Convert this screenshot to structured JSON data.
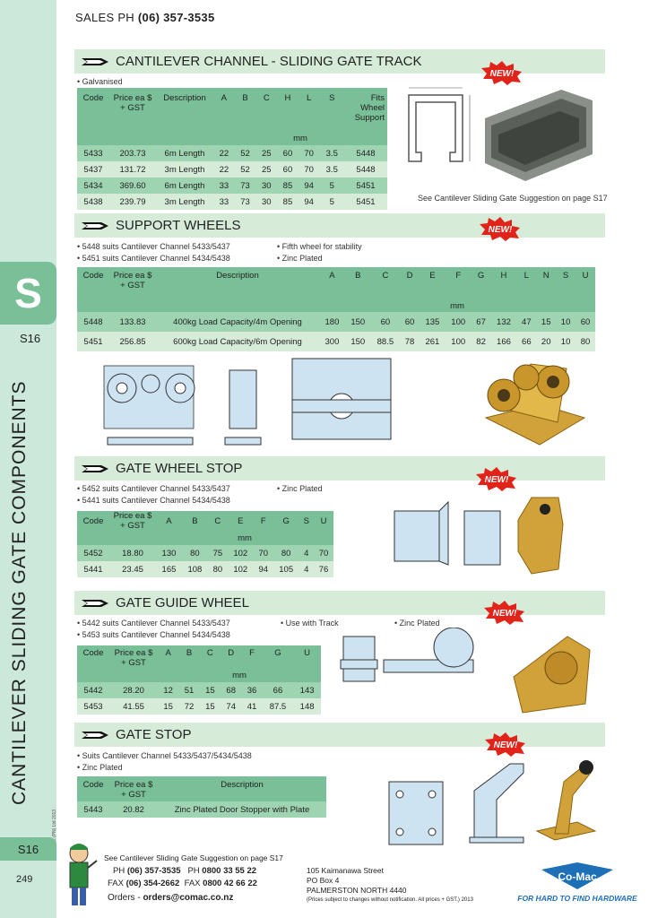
{
  "header": {
    "sales": "SALES PH",
    "phone": "(06) 357-3535"
  },
  "sidebar": {
    "letter": "S",
    "code": "S16",
    "title": "CANTILEVER SLIDING GATE COMPONENTS",
    "code2": "S16",
    "page": "249",
    "copyright": "© Co-Mac (PN) Ltd 2013"
  },
  "new_badge": "NEW!",
  "s1": {
    "title": "CANTILEVER CHANNEL - SLIDING GATE TRACK",
    "note": "• Galvanised",
    "headers": [
      "Code",
      "Price ea $ + GST",
      "Description",
      "A",
      "B",
      "C",
      "H",
      "L",
      "S",
      "Fits Wheel Support"
    ],
    "unit": "mm",
    "rows": [
      [
        "5433",
        "203.73",
        "6m Length",
        "22",
        "52",
        "25",
        "60",
        "70",
        "3.5",
        "5448"
      ],
      [
        "5437",
        "131.72",
        "3m Length",
        "22",
        "52",
        "25",
        "60",
        "70",
        "3.5",
        "5448"
      ],
      [
        "5434",
        "369.60",
        "6m Length",
        "33",
        "73",
        "30",
        "85",
        "94",
        "5",
        "5451"
      ],
      [
        "5438",
        "239.79",
        "3m Length",
        "33",
        "73",
        "30",
        "85",
        "94",
        "5",
        "5451"
      ]
    ],
    "caption": "See Cantilever Sliding Gate Suggestion on page S17"
  },
  "s2": {
    "title": "SUPPORT WHEELS",
    "notes": [
      "• 5448 suits Cantilever Channel 5433/5437",
      "• 5451 suits Cantilever Channel 5434/5438"
    ],
    "notes2": [
      "• Fifth wheel for stability",
      "• Zinc Plated"
    ],
    "headers": [
      "Code",
      "Price ea $ + GST",
      "Description",
      "A",
      "B",
      "C",
      "D",
      "E",
      "F",
      "G",
      "H",
      "L",
      "N",
      "S",
      "U"
    ],
    "unit": "mm",
    "rows": [
      [
        "5448",
        "133.83",
        "400kg Load Capacity/4m Opening",
        "180",
        "150",
        "60",
        "60",
        "135",
        "100",
        "67",
        "132",
        "47",
        "15",
        "10",
        "60"
      ],
      [
        "5451",
        "256.85",
        "600kg Load Capacity/6m Opening",
        "300",
        "150",
        "88.5",
        "78",
        "261",
        "100",
        "82",
        "166",
        "66",
        "20",
        "10",
        "80"
      ]
    ]
  },
  "s3": {
    "title": "GATE WHEEL STOP",
    "notes": [
      "• 5452 suits Cantilever Channel 5433/5437",
      "• 5441 suits Cantilever Channel 5434/5438"
    ],
    "notes2": [
      "• Zinc Plated"
    ],
    "headers": [
      "Code",
      "Price ea $ + GST",
      "A",
      "B",
      "C",
      "E",
      "F",
      "G",
      "S",
      "U"
    ],
    "unit": "mm",
    "rows": [
      [
        "5452",
        "18.80",
        "130",
        "80",
        "75",
        "102",
        "70",
        "80",
        "4",
        "70"
      ],
      [
        "5441",
        "23.45",
        "165",
        "108",
        "80",
        "102",
        "94",
        "105",
        "4",
        "76"
      ]
    ]
  },
  "s4": {
    "title": "GATE GUIDE WHEEL",
    "notes": [
      "• 5442 suits Cantilever Channel 5433/5437",
      "• 5453 suits Cantilever Channel 5434/5438"
    ],
    "notes2": [
      "• Use with Track"
    ],
    "notes3": [
      "• Zinc Plated"
    ],
    "headers": [
      "Code",
      "Price ea $ + GST",
      "A",
      "B",
      "C",
      "D",
      "F",
      "G",
      "U"
    ],
    "unit": "mm",
    "rows": [
      [
        "5442",
        "28.20",
        "12",
        "51",
        "15",
        "68",
        "36",
        "66",
        "143"
      ],
      [
        "5453",
        "41.55",
        "15",
        "72",
        "15",
        "74",
        "41",
        "87.5",
        "148"
      ]
    ]
  },
  "s5": {
    "title": "GATE STOP",
    "notes": [
      "• Suits Cantilever Channel 5433/5437/5434/5438",
      "• Zinc Plated"
    ],
    "headers": [
      "Code",
      "Price ea $ + GST",
      "Description"
    ],
    "rows": [
      [
        "5443",
        "20.82",
        "Zinc Plated Door Stopper with Plate"
      ]
    ]
  },
  "footer": {
    "suggest": "See Cantilever Sliding Gate Suggestion on page S17",
    "ph_label": "PH",
    "ph": "(06) 357-3535",
    "ph2_label": "PH",
    "ph2": "0800 33 55 22",
    "fax_label": "FAX",
    "fax": "(06) 354-2662",
    "fax2_label": "FAX",
    "fax2": "0800 42 66 22",
    "orders_label": "Orders -",
    "orders": "orders@comac.co.nz",
    "addr1": "105 Kaimanawa Street",
    "addr2": "PO Box 4",
    "addr3": "PALMERSTON NORTH 4440",
    "addr4": "(Prices subject to changes without notification. All prices + GST.) 2013",
    "logo": "Co-Mac",
    "tagline": "FOR HARD TO FIND HARDWARE"
  },
  "colors": {
    "header_bg": "#d6ecd9",
    "table_head": "#79bf97",
    "row_dark": "#9fd4b2",
    "row_light": "#d6ecd9",
    "sidebar": "#cbe8da",
    "new_red": "#e2231a"
  }
}
